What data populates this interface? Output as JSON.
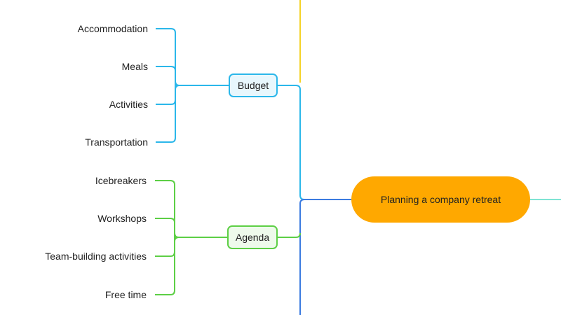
{
  "central": {
    "label": "Planning a company retreat",
    "color": "#ffa800"
  },
  "branches": [
    {
      "label": "Budget",
      "color": "#2bb7ea",
      "fill": "#e8f7fd",
      "children": [
        "Accommodation",
        "Meals",
        "Activities",
        "Transportation"
      ]
    },
    {
      "label": "Agenda",
      "color": "#5dcf45",
      "fill": "#eefaeb",
      "children": [
        "Icebreakers",
        "Workshops",
        "Team-building activities",
        "Free time"
      ]
    }
  ],
  "connector_colors": {
    "top": "#f5d327",
    "bottom": "#3b7be0",
    "right": "#7fe3d3"
  }
}
